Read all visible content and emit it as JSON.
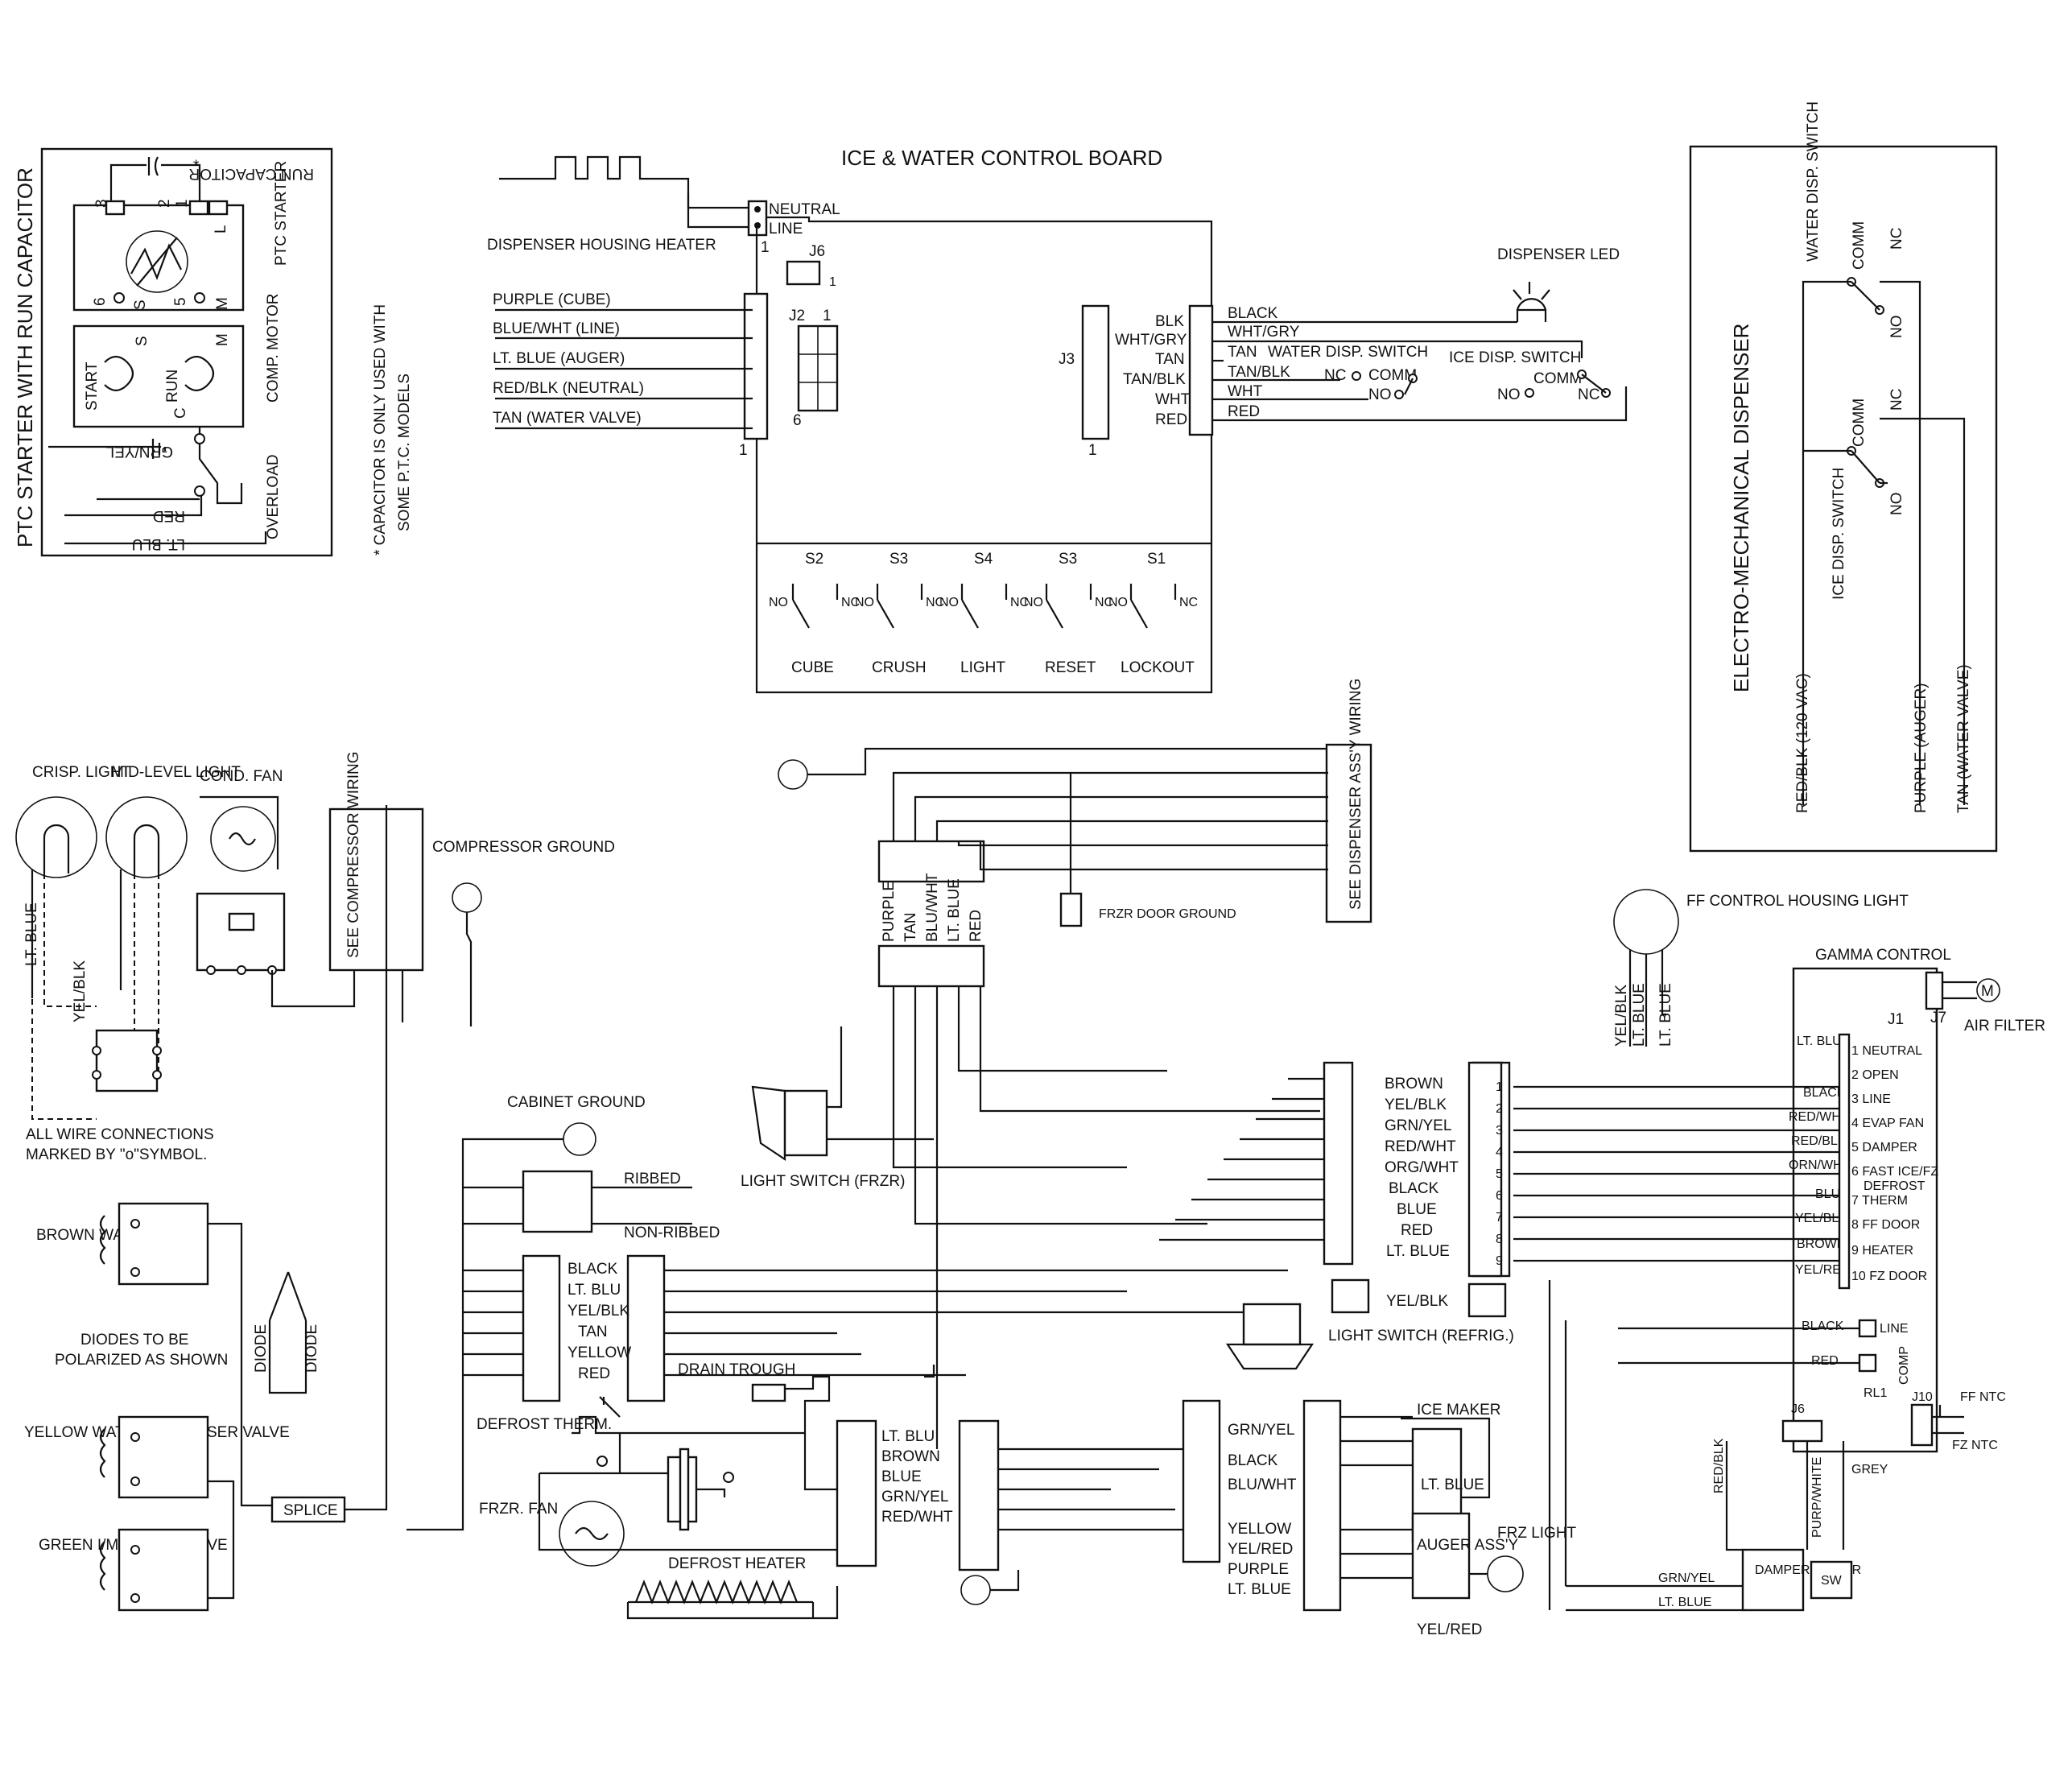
{
  "ptc": {
    "title": "PTC STARTER WITH RUN CAPACITOR",
    "note1": "* CAPACITOR IS ONLY USED WITH",
    "note2": "SOME P.T.C. MODELS",
    "run_capacitor": "RUN CAPACITOR",
    "star": "*",
    "ptc_starter": "PTC STARTER",
    "comp_motor": "COMP. MOTOR",
    "start": "START",
    "run": "RUN",
    "overload": "OVERLOAD",
    "grn_yel": "GRN/YEL",
    "red": "RED",
    "lt_blu": "LT. BLU",
    "s": "S",
    "m": "M",
    "c": "C",
    "l": "L",
    "n1": "1",
    "n2": "2",
    "n3": "3",
    "n5": "5",
    "n6": "6"
  },
  "board": {
    "title": "ICE & WATER CONTROL BOARD",
    "neutral": "NEUTRAL",
    "line": "LINE",
    "heater": "DISPENSER HOUSING HEATER",
    "j6": "J6",
    "j2": "J2",
    "j3": "J3",
    "n1": "1",
    "n6": "6",
    "left_wires": [
      "PURPLE (CUBE)",
      "BLUE/WHT (LINE)",
      "LT. BLUE (AUGER)",
      "RED/BLK (NEUTRAL)",
      "TAN (WATER VALVE)"
    ],
    "right_labels": [
      "BLK",
      "WHT/GRY",
      "TAN",
      "TAN/BLK",
      "WHT",
      "RED"
    ],
    "right_wires": [
      "BLACK",
      "WHT/GRY",
      "TAN",
      "TAN/BLK",
      "WHT",
      "RED"
    ],
    "water_switch": "WATER DISP. SWITCH",
    "ice_switch": "ICE DISP. SWITCH",
    "nc": "NC",
    "no": "NO",
    "comm": "COMM",
    "led": "DISPENSER LED",
    "switch_ids": [
      "S2",
      "S3",
      "S4",
      "S3",
      "S1"
    ],
    "switch_names": [
      "CUBE",
      "CRUSH",
      "LIGHT",
      "RESET",
      "LOCKOUT"
    ]
  },
  "electro": {
    "title": "ELECTRO-MECHANICAL DISPENSER",
    "water_switch": "WATER DISP. SWITCH",
    "ice_switch": "ICE DISP. SWITCH",
    "comm": "COMM",
    "no": "NO",
    "nc": "NC",
    "wires": [
      "RED/BLK (120 VAC)",
      "PURPLE (AUGER)",
      "TAN (WATER VALVE)"
    ]
  },
  "left": {
    "crisp": "CRISP. LIGHT",
    "midlevel": "MID-LEVEL LIGHT",
    "cond_fan": "COND. FAN",
    "see_comp": "SEE COMPRESSOR WIRING",
    "comp_ground": "COMPRESSOR GROUND",
    "lt_blue": "LT. BLUE",
    "yel_blk": "YEL/BLK",
    "all_wire_1": "ALL WIRE CONNECTIONS",
    "all_wire_2": "MARKED BY \"o\"SYMBOL.",
    "brown_valve": "BROWN WATER VALVE",
    "diodes_1": "DIODES TO BE",
    "diodes_2": "POLARIZED AS SHOWN",
    "diode": "DIODE",
    "yellow_valve": "YELLOW WATER DISPENSER VALVE",
    "green_valve": "GREEN I/M WATER VALVE",
    "splice": "SPLICE",
    "cabinet_ground": "CABINET GROUND",
    "ribbed": "RIBBED",
    "non_ribbed": "NON-RIBBED",
    "mid_wires": [
      "BLACK",
      "LT. BLU",
      "YEL/BLK",
      "TAN",
      "YELLOW",
      "RED"
    ]
  },
  "center": {
    "see_disp": "SEE DISPENSER ASS'Y WIRING",
    "frzr_door": "FRZR DOOR GROUND",
    "v_wires": [
      "PURPLE",
      "TAN",
      "BLU/WHT",
      "LT. BLUE",
      "RED"
    ],
    "light_switch_frzr": "LIGHT SWITCH (FRZR)",
    "right_wires": [
      "BROWN",
      "YEL/BLK",
      "GRN/YEL",
      "RED/WHT",
      "ORG/WHT",
      "BLACK",
      "BLUE",
      "RED",
      "LT. BLUE"
    ],
    "yel_blk": "YEL/BLK",
    "light_switch_refrig": "LIGHT SWITCH (REFRIG.)",
    "drain_trough": "DRAIN TROUGH",
    "defrost_therm": "DEFROST THERM.",
    "frzr_fan": "FRZR. FAN",
    "defrost_heater": "DEFROST HEATER",
    "bottom_wires": [
      "LT. BLU",
      "BROWN",
      "BLUE",
      "GRN/YEL",
      "RED/WHT"
    ],
    "ice_wires": [
      "GRN/YEL",
      "BLACK",
      "BLU/WHT",
      "YELLOW",
      "YEL/RED",
      "PURPLE",
      "LT. BLUE"
    ],
    "ice_maker": "ICE MAKER",
    "lt_blue": "LT. BLUE",
    "auger": "AUGER ASS'Y",
    "frz_light": "FRZ LIGHT",
    "yel_red": "YEL/RED"
  },
  "gamma": {
    "title": "GAMMA CONTROL",
    "ff_light": "FF CONTROL HOUSING LIGHT",
    "yel_blk": "YEL/BLK",
    "lt_blue": "LT. BLUE",
    "j1": "J1",
    "j7": "J7",
    "j10": "J10",
    "j6": "J6",
    "rl1": "RL1",
    "air_filter": "AIR FILTER",
    "motor_m": "M",
    "pins": [
      "1 NEUTRAL",
      "2 OPEN",
      "3 LINE",
      "4 EVAP FAN",
      "5 DAMPER",
      "6 FAST ICE/FZ",
      "DEFROST",
      "7 THERM",
      "8 FF DOOR",
      "9 HEATER",
      "10 FZ DOOR"
    ],
    "pin_wires": [
      "LT. BLUE",
      "BLACK",
      "RED/WHT",
      "RED/BLK",
      "ORN/WHT",
      "BLUE",
      "YEL/BLK",
      "BROWN",
      "YEL/RED"
    ],
    "connector_nums": [
      "1",
      "2",
      "3",
      "4",
      "5",
      "6",
      "7",
      "8",
      "9"
    ],
    "black": "BLACK",
    "red": "RED",
    "line": "LINE",
    "comp": "COMP",
    "ff_ntc": "FF NTC",
    "fz_ntc": "FZ NTC",
    "red_blk": "RED/BLK",
    "purp_white": "PURP/WHITE",
    "grey": "GREY",
    "grn_yel": "GRN/YEL",
    "damper_motor": "DAMPER MOTOR",
    "sw": "SW"
  }
}
